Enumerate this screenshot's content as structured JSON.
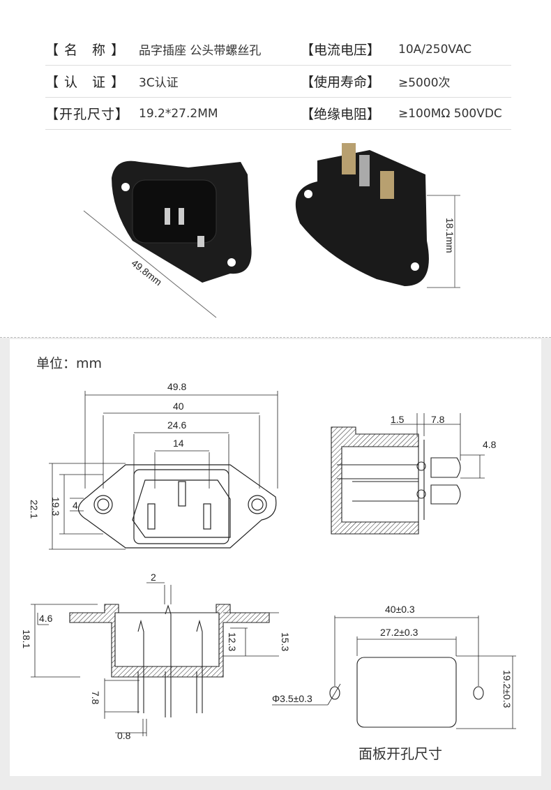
{
  "specs": [
    {
      "label": "【 名　称 】",
      "value": "品字插座 公头带螺丝孔",
      "label2": "【电流电压】",
      "value2": "10A/250VAC"
    },
    {
      "label": "【 认　证 】",
      "value": "3C认证",
      "label2": "【使用寿命】",
      "value2": "≥5000次"
    },
    {
      "label": "【开孔尺寸】",
      "value": "19.2*27.2MM",
      "label2": "【绝缘电阻】",
      "value2": "≥100MΩ 500VDC"
    }
  ],
  "photo": {
    "length_label": "49.8mm",
    "height_label": "18.1mm"
  },
  "unit_label": "单位：mm",
  "front_view": {
    "d1": "49.8",
    "d2": "40",
    "d3": "24.6",
    "d4": "14",
    "h1": "22.1",
    "h2": "19.3",
    "h3": "4"
  },
  "side_view": {
    "d1": "1.5",
    "d2": "7.8",
    "d3": "4.8"
  },
  "section_view": {
    "d1": "2",
    "d2": "4.6",
    "d3": "18.1",
    "d4": "12.3",
    "d5": "15.3",
    "d6": "7.8",
    "d7": "0.8"
  },
  "panel_cutout": {
    "w1": "40±0.3",
    "w2": "27.2±0.3",
    "hole": "Φ3.5±0.3",
    "h": "19.2±0.3",
    "caption": "面板开孔尺寸"
  }
}
